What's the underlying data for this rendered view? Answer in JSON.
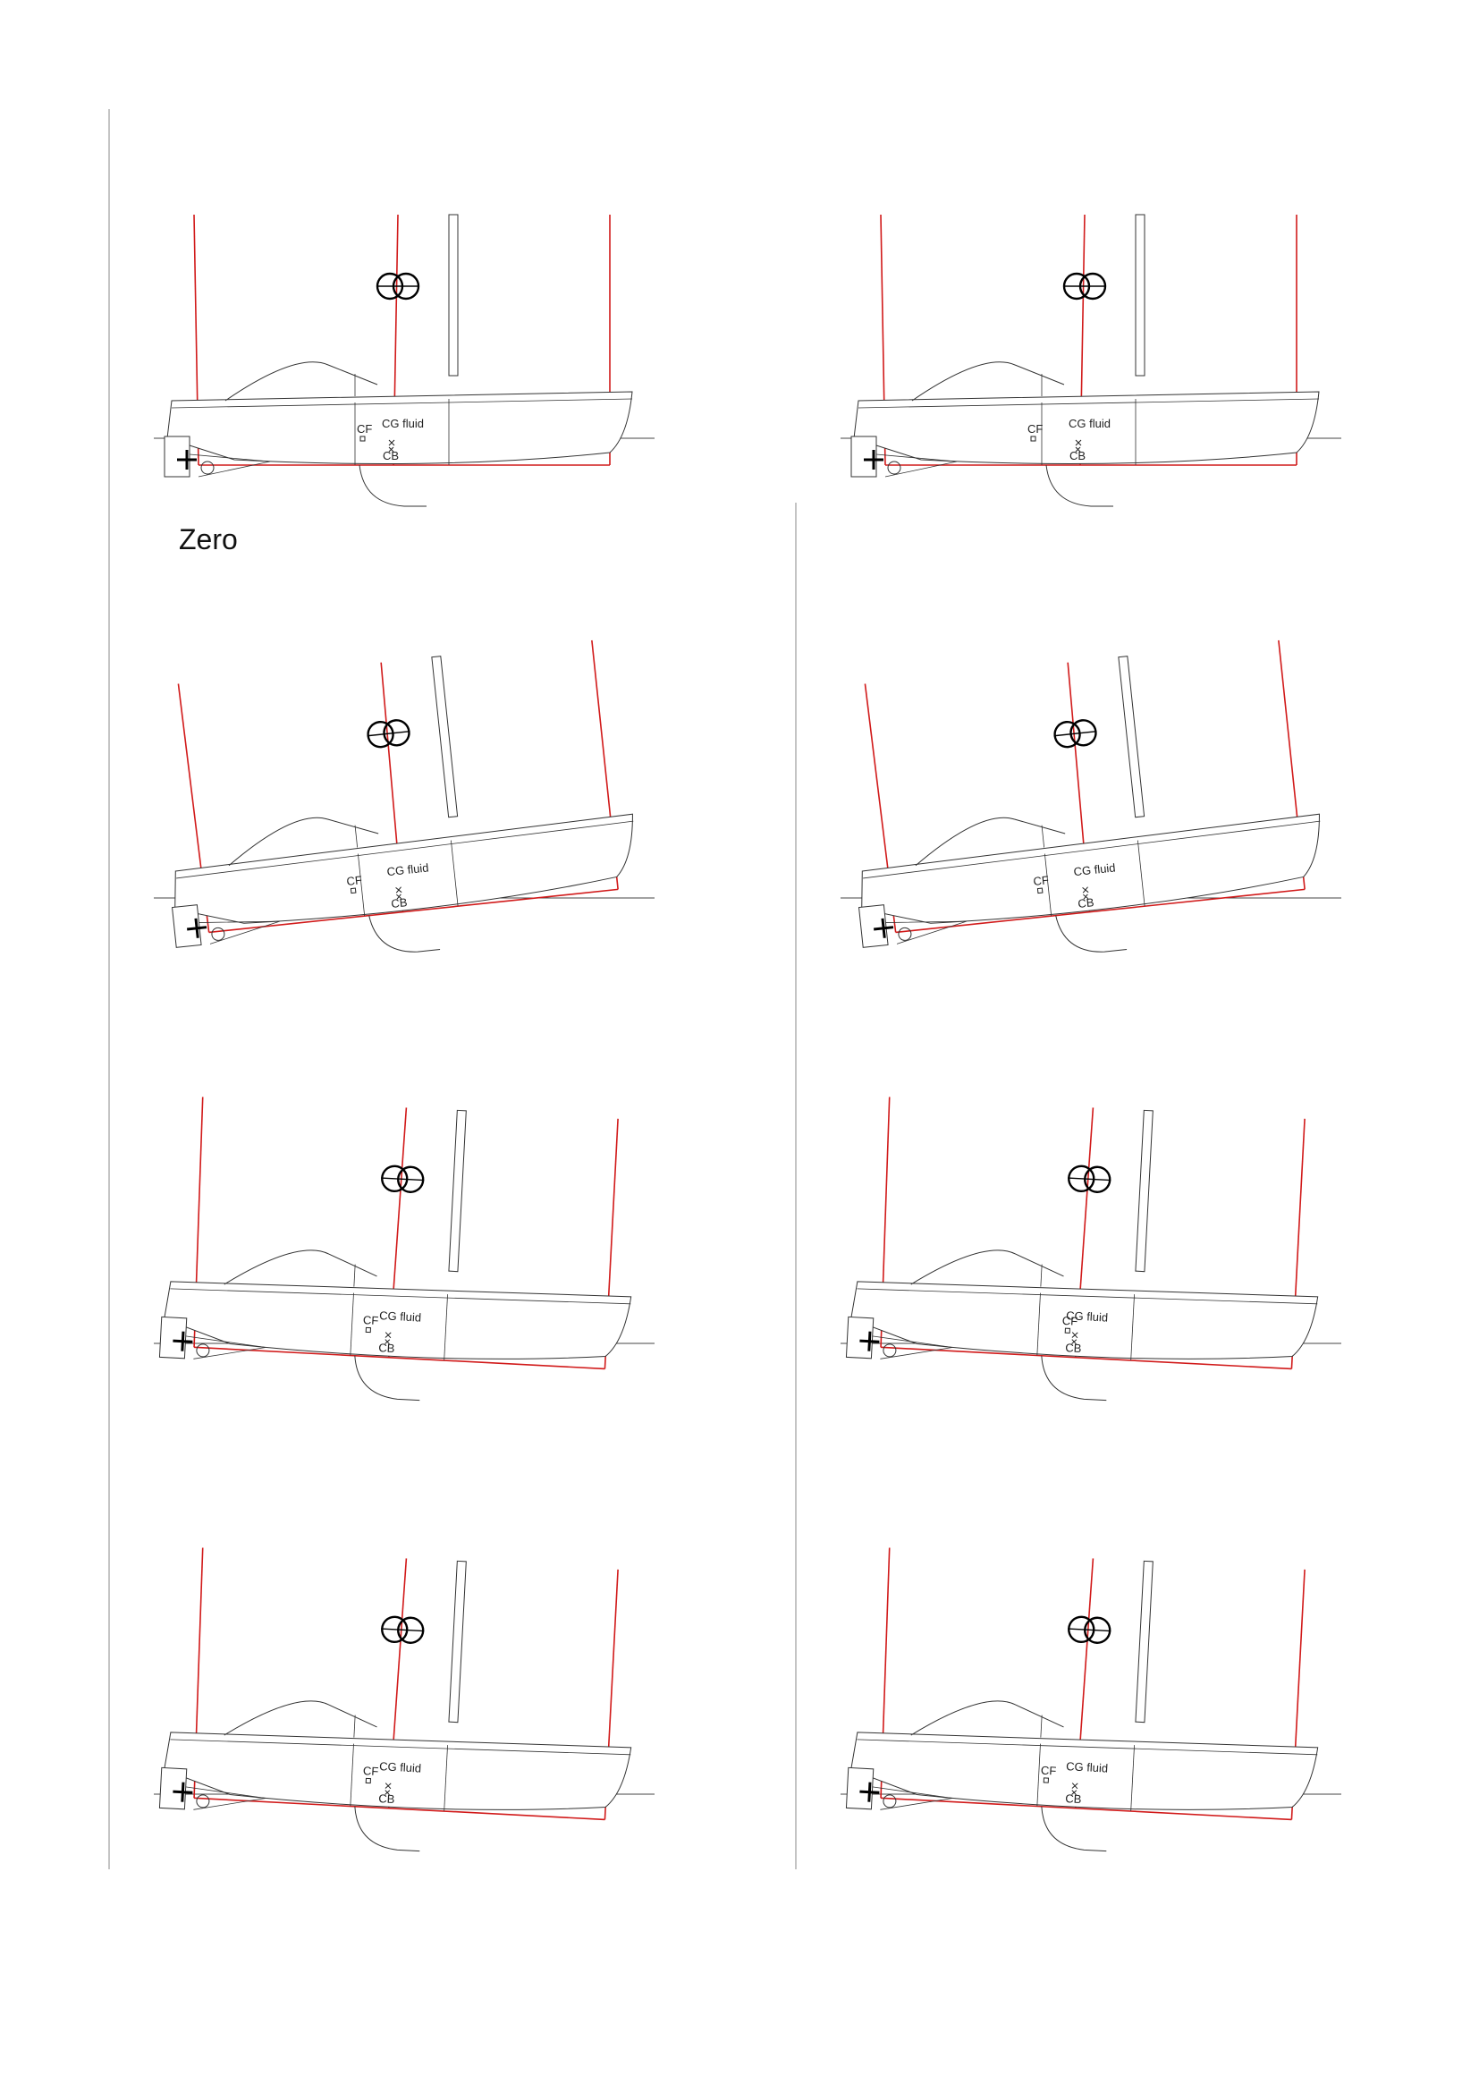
{
  "caption": "Zero",
  "labels": {
    "cf": "CF",
    "cg_fluid": "CG fluid",
    "cb": "CB"
  },
  "colors": {
    "sea": "#c8c8c8",
    "construction": "#d11a1a",
    "hull": "#333333"
  },
  "panels": [
    {
      "id": "p1",
      "trim_deg": 0,
      "wave": "crest-stern",
      "cf_label_offset": "left"
    },
    {
      "id": "p2",
      "trim_deg": 0,
      "wave": "crest-stern",
      "cf_label_offset": "far-left"
    },
    {
      "id": "p3",
      "trim_deg": -6,
      "wave": "crest-bow",
      "cf_label_offset": "far-left"
    },
    {
      "id": "p4",
      "trim_deg": -6,
      "wave": "crest-bow",
      "cf_label_offset": "far-left"
    },
    {
      "id": "p5",
      "trim_deg": 3,
      "wave": "crest-mid",
      "cf_label_offset": "overlap"
    },
    {
      "id": "p6",
      "trim_deg": 3,
      "wave": "crest-mid",
      "cf_label_offset": "right"
    },
    {
      "id": "p7",
      "trim_deg": 3,
      "wave": "crest-stern",
      "cf_label_offset": "overlap"
    },
    {
      "id": "p8",
      "trim_deg": 3,
      "wave": "crest-stern",
      "cf_label_offset": "left"
    }
  ]
}
